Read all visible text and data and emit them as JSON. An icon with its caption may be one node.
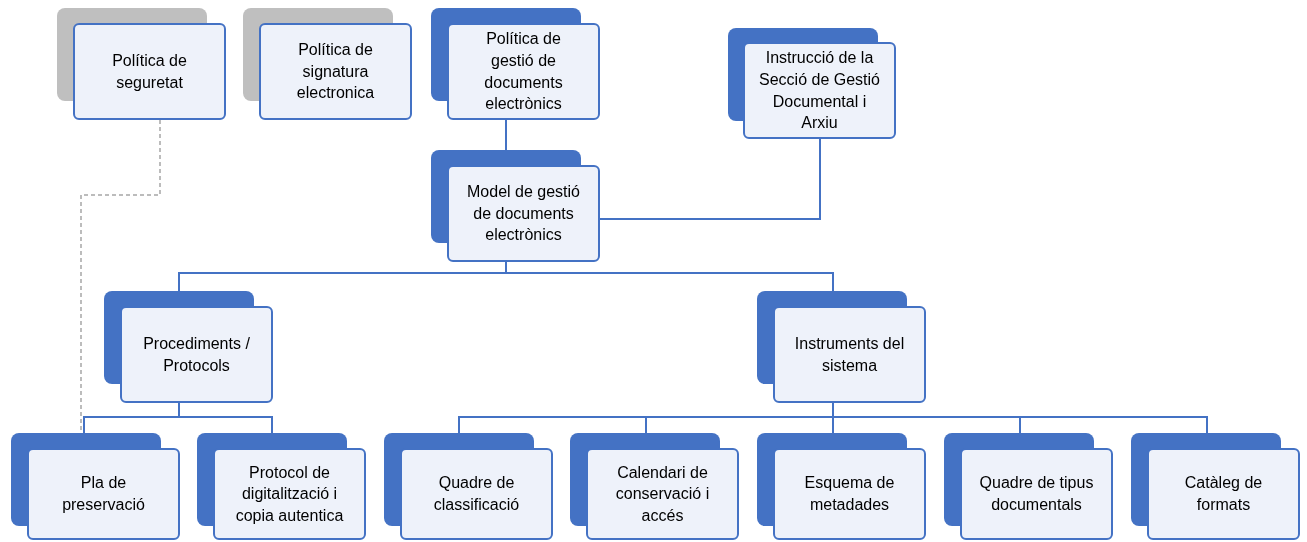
{
  "diagram": {
    "nodes": [
      {
        "text": [
          "Política de seguretat"
        ]
      },
      {
        "text": [
          "Política de signatura electronica"
        ]
      },
      {
        "text": [
          "Política de gestió de documents electrònics"
        ]
      },
      {
        "text": [
          "Instrucció de la Secció de Gestió Documental i Arxiu"
        ]
      },
      {
        "text": [
          "Model de gestió de documents electrònics"
        ]
      },
      {
        "text": [
          "Procediments / Protocols"
        ]
      },
      {
        "text": [
          "Instruments del sistema"
        ]
      },
      {
        "text": [
          "Pla de preservació"
        ]
      },
      {
        "text": [
          "Protocol de digitalització i copia autentica"
        ]
      },
      {
        "text": [
          "Quadre de classificació"
        ]
      },
      {
        "text": [
          "Calendari de conservació i accés"
        ]
      },
      {
        "text": [
          "Esquema de metadades"
        ]
      },
      {
        "text": [
          "Quadre de tipus documentals"
        ]
      },
      {
        "text": [
          "Catàleg de formats"
        ]
      }
    ],
    "edges": [
      {
        "from": 2,
        "to": 4,
        "arrow": "none"
      },
      {
        "from": 3,
        "to": 4,
        "arrow": "none"
      },
      {
        "from": 4,
        "to": 5,
        "arrow": "none"
      },
      {
        "from": 4,
        "to": 6,
        "arrow": "none"
      },
      {
        "from": 5,
        "to": 7,
        "arrow": "none"
      },
      {
        "from": 5,
        "to": 8,
        "arrow": "none"
      },
      {
        "from": 6,
        "to": 9,
        "arrow": "none"
      },
      {
        "from": 6,
        "to": 10,
        "arrow": "none"
      },
      {
        "from": 6,
        "to": 11,
        "arrow": "none"
      },
      {
        "from": 6,
        "to": 12,
        "arrow": "none"
      },
      {
        "from": 6,
        "to": 13,
        "arrow": "none"
      },
      {
        "from": 0,
        "to": 7,
        "arrow": "none",
        "style": "dashed",
        "color": "#a6a6a6"
      }
    ]
  }
}
